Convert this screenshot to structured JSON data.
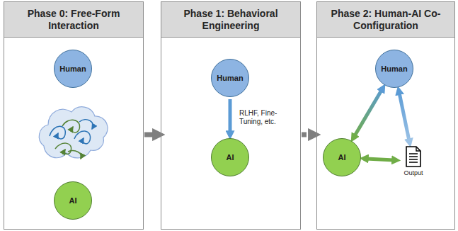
{
  "diagram": {
    "nodes": [
      {
        "text": [
          "Phase 0: Free-Form Interaction"
        ]
      },
      {
        "text": [
          "Human"
        ],
        "in": 0
      },
      {
        "text": [
          "AI"
        ],
        "in": 0
      },
      {
        "text": [
          "Phase 1: Behavioral Engineering"
        ]
      },
      {
        "text": [
          "Human"
        ],
        "in": 3
      },
      {
        "text": [
          "AI"
        ],
        "in": 3
      },
      {
        "text": [
          "Phase 2: Human-AI Co-Configuration"
        ]
      },
      {
        "text": [
          "Human"
        ],
        "in": 6
      },
      {
        "text": [
          "AI"
        ],
        "in": 6
      },
      {
        "text": [
          "Output"
        ],
        "in": 6
      }
    ],
    "edges": [
      {
        "from": 0,
        "to": 3,
        "arrow": "to"
      },
      {
        "from": 3,
        "to": 6,
        "arrow": "to"
      },
      {
        "from": 4,
        "to": 5,
        "arrow": "to",
        "label": "RLHF, Fine-Tuning, etc."
      },
      {
        "from": 7,
        "to": 8,
        "arrow": "both"
      },
      {
        "from": 7,
        "to": 9,
        "arrow": "both"
      },
      {
        "from": 8,
        "to": 9,
        "arrow": "both"
      }
    ]
  }
}
